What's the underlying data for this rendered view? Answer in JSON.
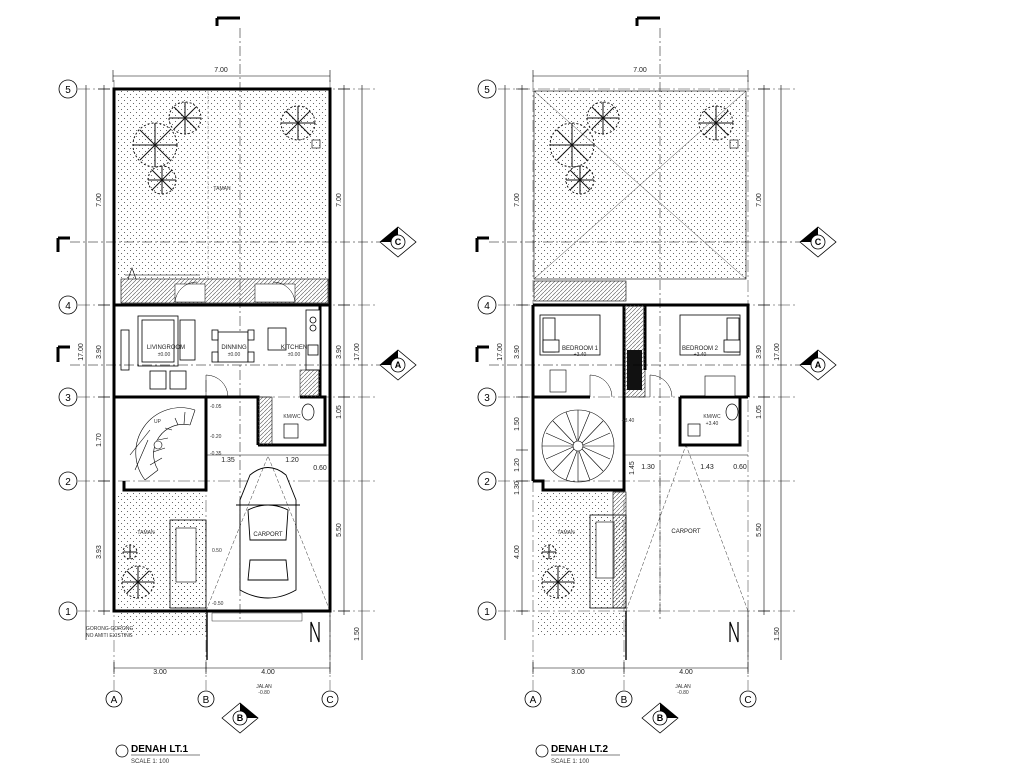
{
  "plans": [
    {
      "id": "lt1",
      "title": "DENAH LT.1",
      "scale": "SCALE 1: 100",
      "top_dim": "7.00",
      "bottom_dims": [
        "3.00",
        "4.00"
      ],
      "grid_cols": [
        "A",
        "B",
        "C"
      ],
      "grid_rows": [
        "5",
        "4",
        "3",
        "2",
        "1"
      ],
      "left_dims": [
        "7.00",
        "3.90",
        "1.70",
        "3.93"
      ],
      "left_total": "17.00",
      "right_dims": [
        "7.00",
        "3.90",
        "1.05",
        "5.50",
        "1.50"
      ],
      "right_total": "17.00",
      "row_dims": [
        "1.35",
        "1.20",
        "0.60"
      ],
      "rooms": [
        "LIVINGROOM",
        "DINNING",
        "KITCHEN",
        "KM/WC",
        "CARPORT",
        "TAMAN"
      ],
      "levels": [
        "±0.00",
        "±0.00",
        "±0.00",
        "-0.05",
        "-0.20",
        "-0.35",
        "-0.50",
        "0.50"
      ],
      "street": "JALAN",
      "street_level": "-0.80",
      "notes": [
        "GORONG-GORONG",
        "NO AMITI EXISTING"
      ]
    },
    {
      "id": "lt2",
      "title": "DENAH LT.2",
      "scale": "SCALE 1: 100",
      "top_dim": "7.00",
      "bottom_dims": [
        "3.00",
        "4.00"
      ],
      "grid_cols": [
        "A",
        "B",
        "C"
      ],
      "grid_rows": [
        "5",
        "4",
        "3",
        "2",
        "1"
      ],
      "left_dims": [
        "7.00",
        "3.90",
        "1.50",
        "1.20",
        "1.30",
        "4.00"
      ],
      "left_total": "17.00",
      "right_dims": [
        "7.00",
        "3.90",
        "1.05",
        "5.50",
        "1.50"
      ],
      "right_total": "17.00",
      "row_dims": [
        "1.30",
        "1.43",
        "0.60",
        "1.45"
      ],
      "rooms": [
        "BEDROOM 1",
        "BEDROOM 2",
        "KM/WC",
        "CARPORT",
        "TAMAN"
      ],
      "levels": [
        "+3.40",
        "+3.40",
        "+3.40",
        "+3.40"
      ],
      "street": "JALAN",
      "street_level": "-0.80"
    }
  ],
  "section_marks": [
    "C",
    "A",
    "B"
  ]
}
